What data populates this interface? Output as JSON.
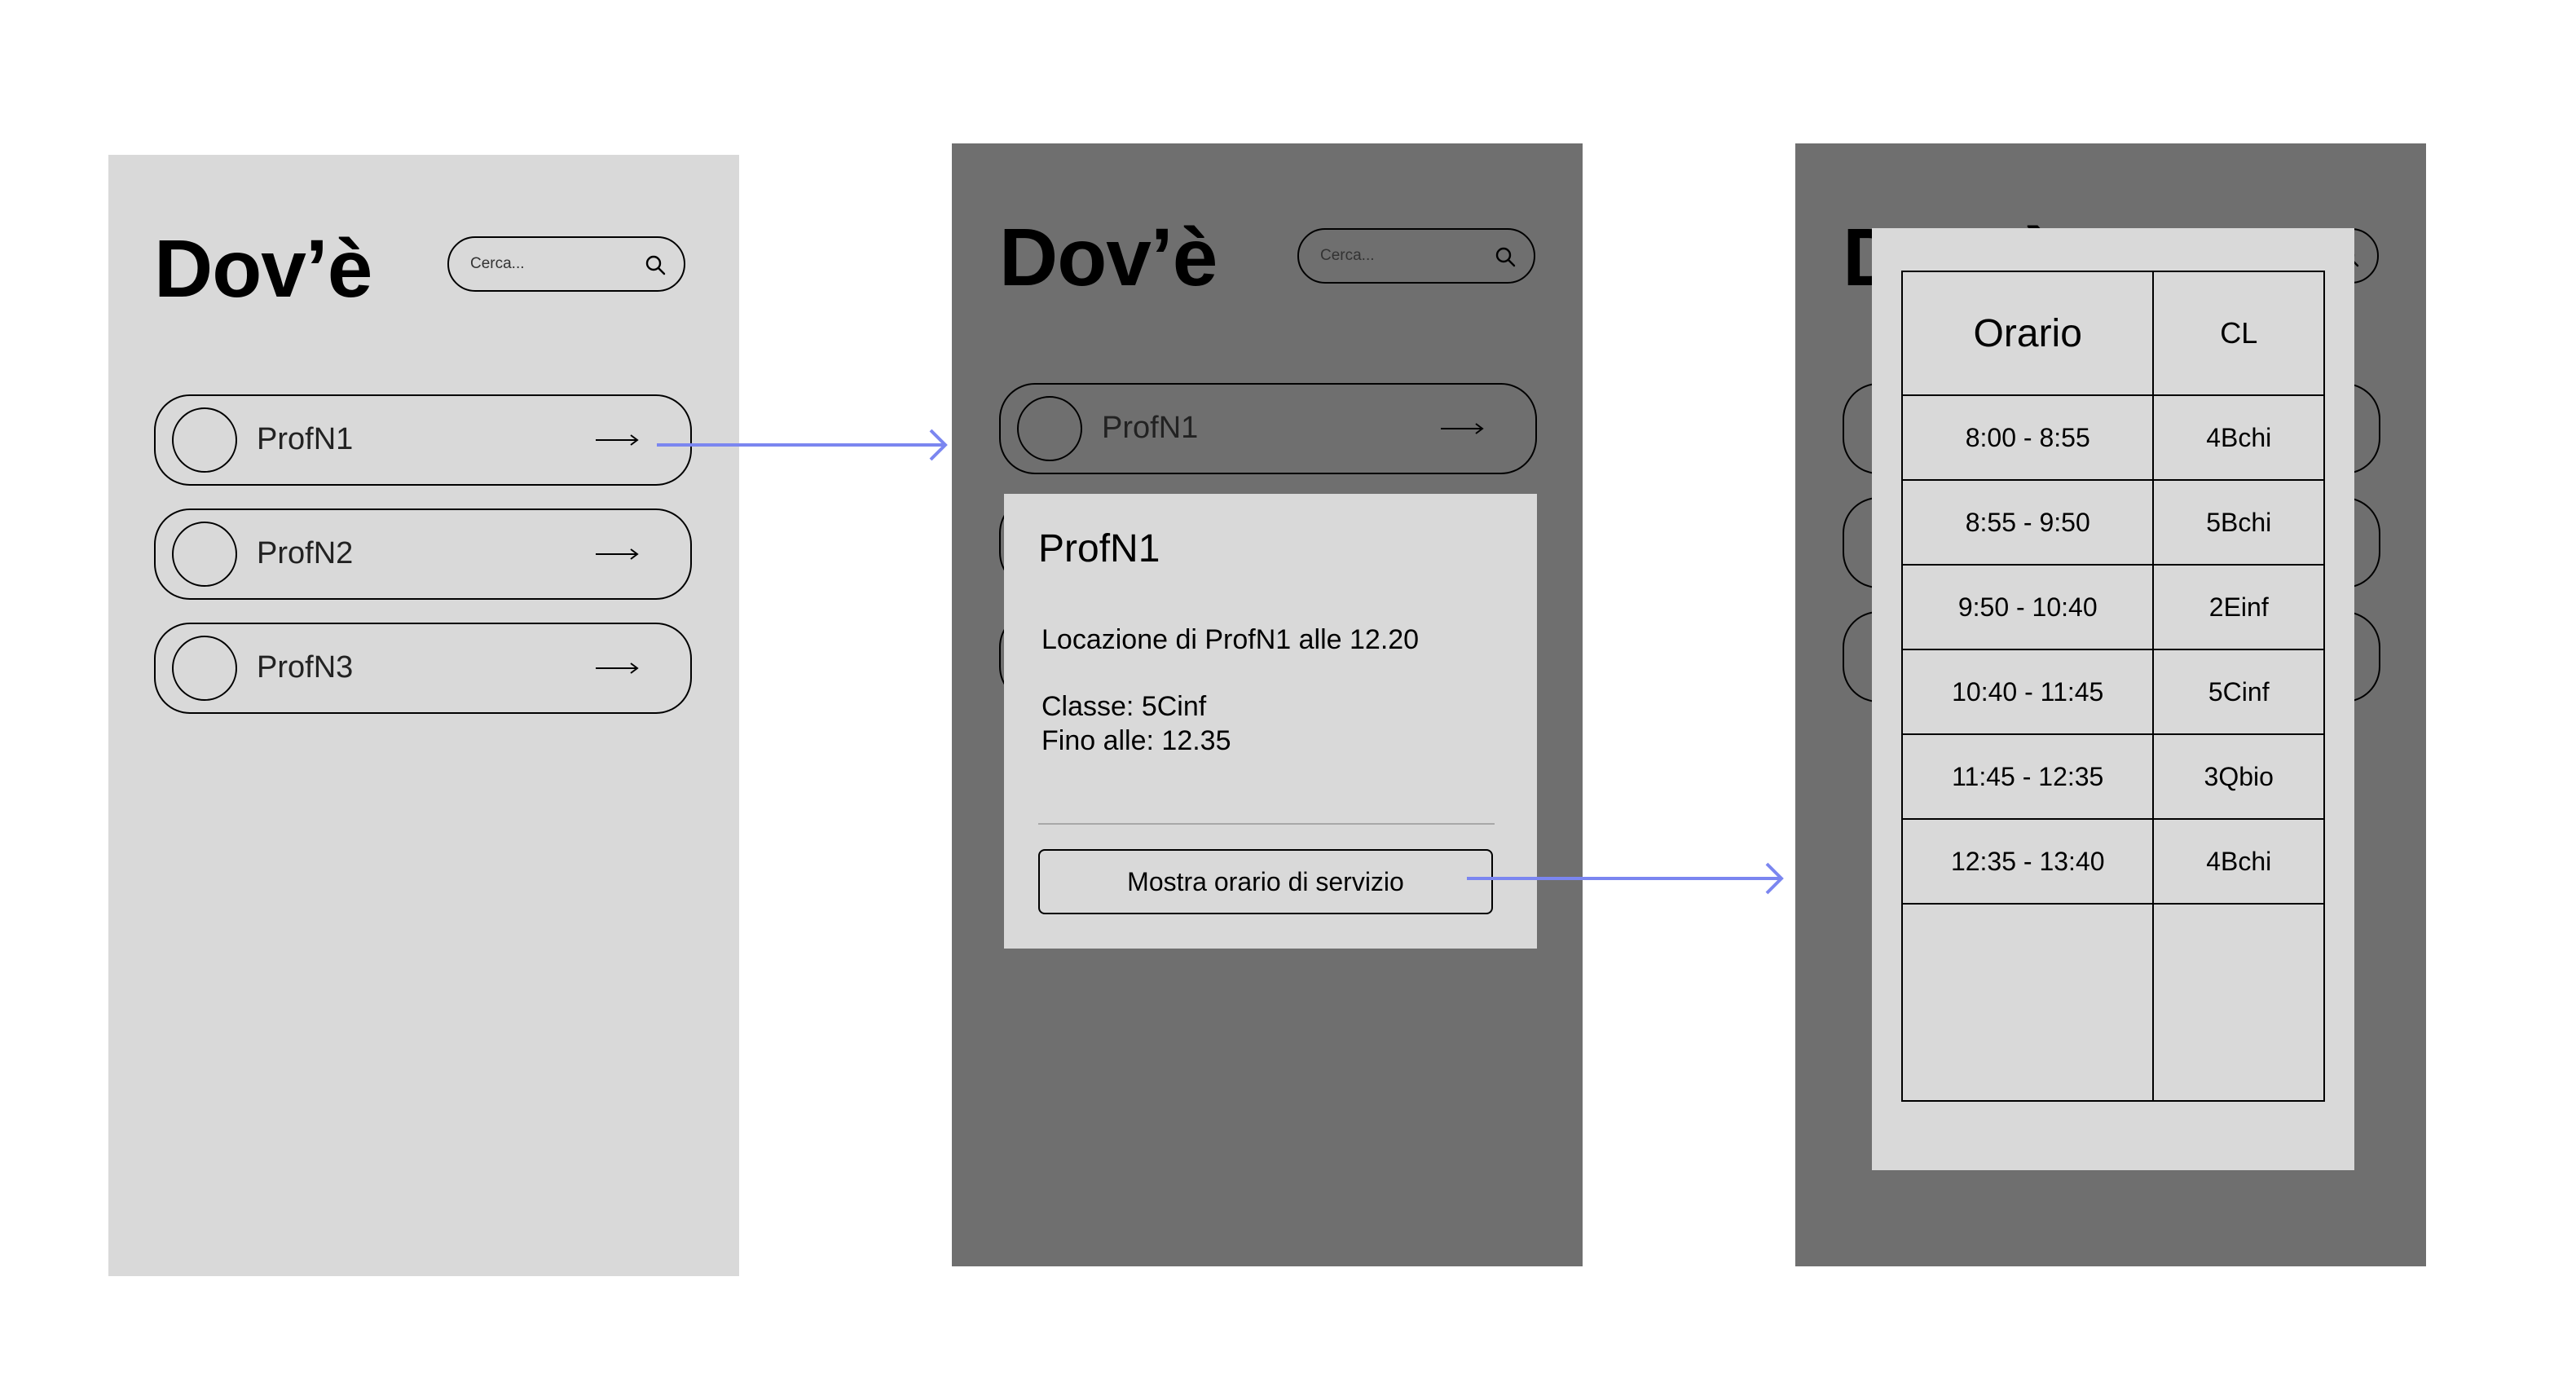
{
  "app_title": "Dov’è",
  "search": {
    "placeholder": "Cerca..."
  },
  "profs": [
    "ProfN1",
    "ProfN2",
    "ProfN3"
  ],
  "popup": {
    "title": "ProfN1",
    "location_line": "Locazione di ProfN1 alle 12.20",
    "class_line": "Classe: 5Cinf",
    "until_line": "Fino alle: 12.35",
    "button_label": "Mostra orario di servizio"
  },
  "schedule": {
    "headers": {
      "time": "Orario",
      "class": "CL"
    },
    "rows": [
      {
        "time": "8:00 - 8:55",
        "class": "4Bchi"
      },
      {
        "time": "8:55 - 9:50",
        "class": "5Bchi"
      },
      {
        "time": "9:50 - 10:40",
        "class": "2Einf"
      },
      {
        "time": "10:40 - 11:45",
        "class": "5Cinf"
      },
      {
        "time": "11:45 - 12:35",
        "class": "3Qbio"
      },
      {
        "time": "12:35 - 13:40",
        "class": "4Bchi"
      }
    ]
  },
  "colors": {
    "screen_light": "#d9d9d9",
    "overlay_dark": "#6f6f6f",
    "flow_arrow": "#7b86f0"
  }
}
